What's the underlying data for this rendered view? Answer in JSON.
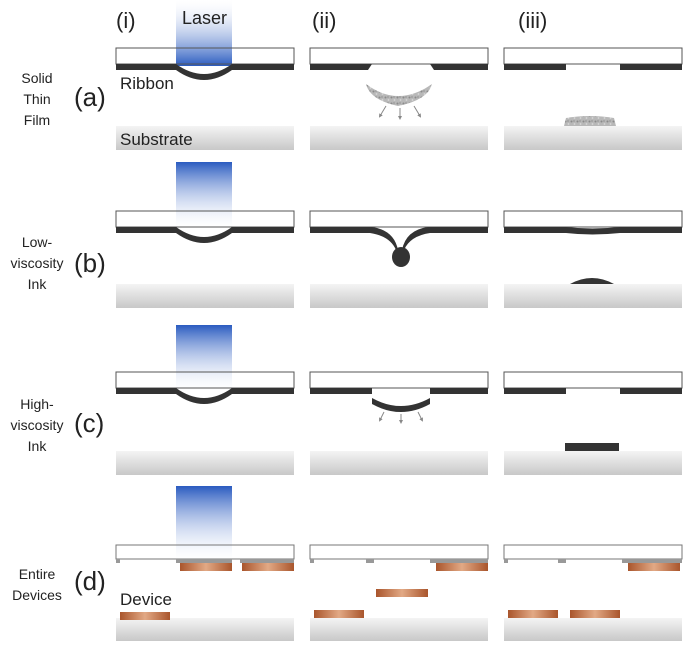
{
  "columns": [
    "(i)",
    "(ii)",
    "(iii)"
  ],
  "rows": [
    {
      "letter": "(a)",
      "label_lines": [
        "Solid",
        "Thin",
        "Film"
      ]
    },
    {
      "letter": "(b)",
      "label_lines": [
        "Low-",
        "viscosity",
        "Ink"
      ]
    },
    {
      "letter": "(c)",
      "label_lines": [
        "High-",
        "viscosity",
        "Ink"
      ]
    },
    {
      "letter": "(d)",
      "label_lines": [
        "Entire",
        "Devices"
      ]
    }
  ],
  "labels": {
    "laser": "Laser",
    "ribbon": "Ribbon",
    "substrate": "Substrate",
    "device": "Device"
  },
  "colors": {
    "ribbon_film": "#333333",
    "substrate_top": "#f4f4f4",
    "substrate_bottom": "#c8c8c8",
    "laser_top": "#2a5bc0",
    "laser_fade": "#ffffff",
    "device": "#b4653a",
    "debris": "#9a9a9a"
  }
}
